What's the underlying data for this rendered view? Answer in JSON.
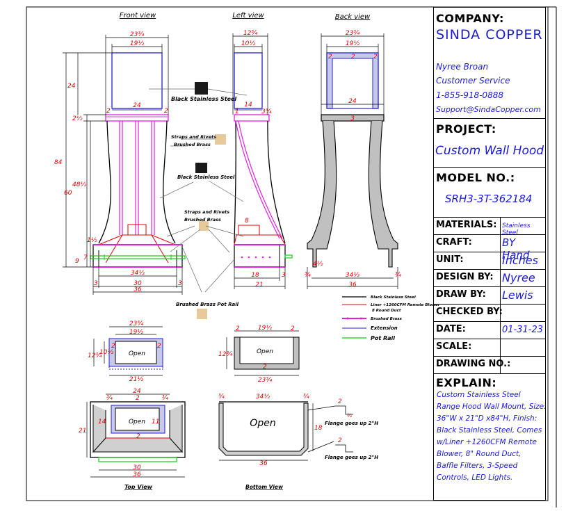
{
  "views": {
    "front": "Front view",
    "left": "Left view",
    "back": "Back view",
    "top": "Top View",
    "bottom": "Bottom View"
  },
  "callouts": {
    "black_ss_1": "Black Stainless Steel",
    "black_ss_2": "Black Stainless Steel",
    "straps_1": "Straps and Rivets",
    "straps_1b": "Brushed Brass",
    "straps_2": "Straps and Rivets",
    "straps_2b": "Brushed Brass",
    "pot_rail": "Brushed Brass Pot Rail",
    "open_1": "Open",
    "open_2": "Open",
    "open_3": "Open",
    "open_4": "Open",
    "flange_1": "Flange goes up 2\"H",
    "flange_2": "Flange goes up 2\"H"
  },
  "legend": {
    "black_ss": "Black Stainless Steel",
    "liner": "Liner +1260CFM Remote Blower",
    "liner2": "8 Round Duct",
    "brass": "Brushed Brass",
    "extension": "Extension",
    "pot_rail": "Pot Rail"
  },
  "dims": {
    "f_top_w1": "23¾",
    "f_top_w2": "19½",
    "f_24": "24",
    "f_84": "84",
    "f_24v": "24",
    "f_2a": "2",
    "f_2b": "2",
    "f_2half": "2½",
    "f_48half": "48½",
    "f_60": "60",
    "f_1half": "1½",
    "f_7": "7",
    "f_9": "9",
    "f_34half": "34½",
    "f_3a": "3",
    "f_30": "30",
    "f_3b": "3",
    "f_36": "36",
    "l_12_3q": "12¾",
    "l_10_half": "10½",
    "l_14": "14",
    "l_1": "1",
    "l_3_3q": "3¾",
    "l_8": "8",
    "l_18": "18",
    "l_3": "3",
    "l_21": "21",
    "b_23_3q": "23¾",
    "b_19_half": "19½",
    "b_2a": "2",
    "b_2b": "2",
    "b_2c": "2",
    "b_24": "24",
    "b_3": "3",
    "b_4half": "4½",
    "b_3q_a": "¾",
    "b_34half": "34½",
    "b_3q_b": "¾",
    "b_36": "36",
    "t1_23_3q": "23¾",
    "t1_19_half": "19½",
    "t1_12_3q": "12¾",
    "t1_10_half": "10½",
    "t1_2a": "2",
    "t1_2b": "2",
    "t1_21_half": "21½",
    "t2_2a": "2",
    "t2_19_half": "19½",
    "t2_2b": "2",
    "t2_12_3q": "12¾",
    "t2_2c": "2",
    "t2_23_3q": "23¾",
    "tv_24": "24",
    "tv_3q": "¾",
    "tv_2": "2",
    "tv_14": "14",
    "tv_11": "11",
    "tv_21": "21",
    "tv_2b": "2",
    "tv_30": "30",
    "tv_36": "36",
    "bv_3q_a": "¾",
    "bv_34_half": "34½",
    "bv_3q_b": "¾",
    "bv_18": "18",
    "bv_36": "36",
    "bv_2a": "2",
    "bv_2b": "2",
    "bv_3q_c": "¾"
  },
  "title_block": {
    "company_label": "COMPANY:",
    "company_name": "SINDA COPPER",
    "contact_name": "Nyree Broan",
    "contact_role": "Customer Service",
    "phone": "1-855-918-0888",
    "email": "Support@SindaCopper.com",
    "project_label": "PROJECT:",
    "project_value": "Custom Wall Hood",
    "model_label": "MODEL NO.:",
    "model_value": "SRH3-3T-362184",
    "fields": [
      {
        "k": "MATERIALS:",
        "v": "Stainless Steel"
      },
      {
        "k": "CRAFT:",
        "v": "BY Hand"
      },
      {
        "k": "UNIT:",
        "v": "Inches"
      },
      {
        "k": "DESIGN BY:",
        "v": "Nyree"
      },
      {
        "k": "DRAW BY:",
        "v": "Lewis"
      },
      {
        "k": "CHECKED BY:",
        "v": ""
      },
      {
        "k": "DATE:",
        "v": "01-31-23"
      },
      {
        "k": "SCALE:",
        "v": ""
      },
      {
        "k": "DRAWING NO.:",
        "v": ""
      }
    ],
    "explain_label": "EXPLAIN:",
    "explain_lines": [
      "Custom Stainless Steel",
      "Range Hood Wall Mount, Size:",
      "36\"W x 21\"D x84\"H, Finish:",
      "Black Stainless Steel, Comes",
      "w/Liner +1260CFM Remote",
      "Blower, 8\" Round Duct,",
      "Baffle Filters, 3-Speed",
      "Controls, LED Lights."
    ]
  }
}
